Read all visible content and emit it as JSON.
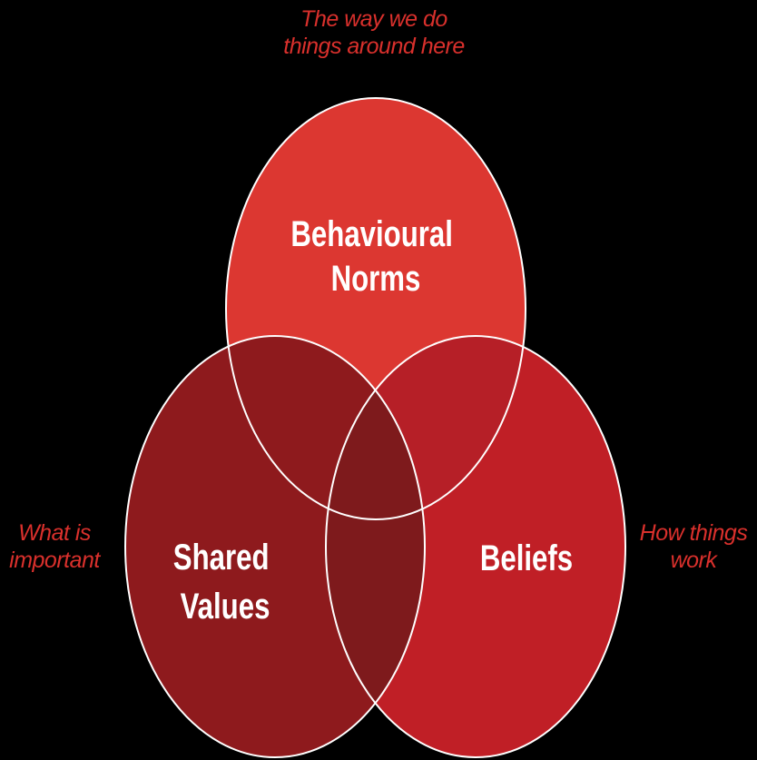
{
  "diagram": {
    "type": "venn",
    "sets": [
      {
        "id": "behavioural-norms",
        "label_lines": [
          "Behavioural",
          "Norms"
        ],
        "caption_lines": [
          "The way we do",
          "things around here"
        ],
        "color": "#dc3731"
      },
      {
        "id": "shared-values",
        "label_lines": [
          "Shared",
          "Values"
        ],
        "caption_lines": [
          "What is",
          "important"
        ],
        "color": "#8e1a1d"
      },
      {
        "id": "beliefs",
        "label_lines": [
          "Beliefs"
        ],
        "caption_lines": [
          "How things",
          "work"
        ],
        "color": "#c01f26"
      }
    ],
    "overlap_colors": {
      "norms_values": "#8e1a1d",
      "norms_beliefs": "#b61f27",
      "values_beliefs": "#7e1a1c",
      "all_three": "#7e1a1c"
    },
    "outline_color": "#ffffff",
    "background_color": "#000000",
    "caption_color": "#d9302c"
  }
}
